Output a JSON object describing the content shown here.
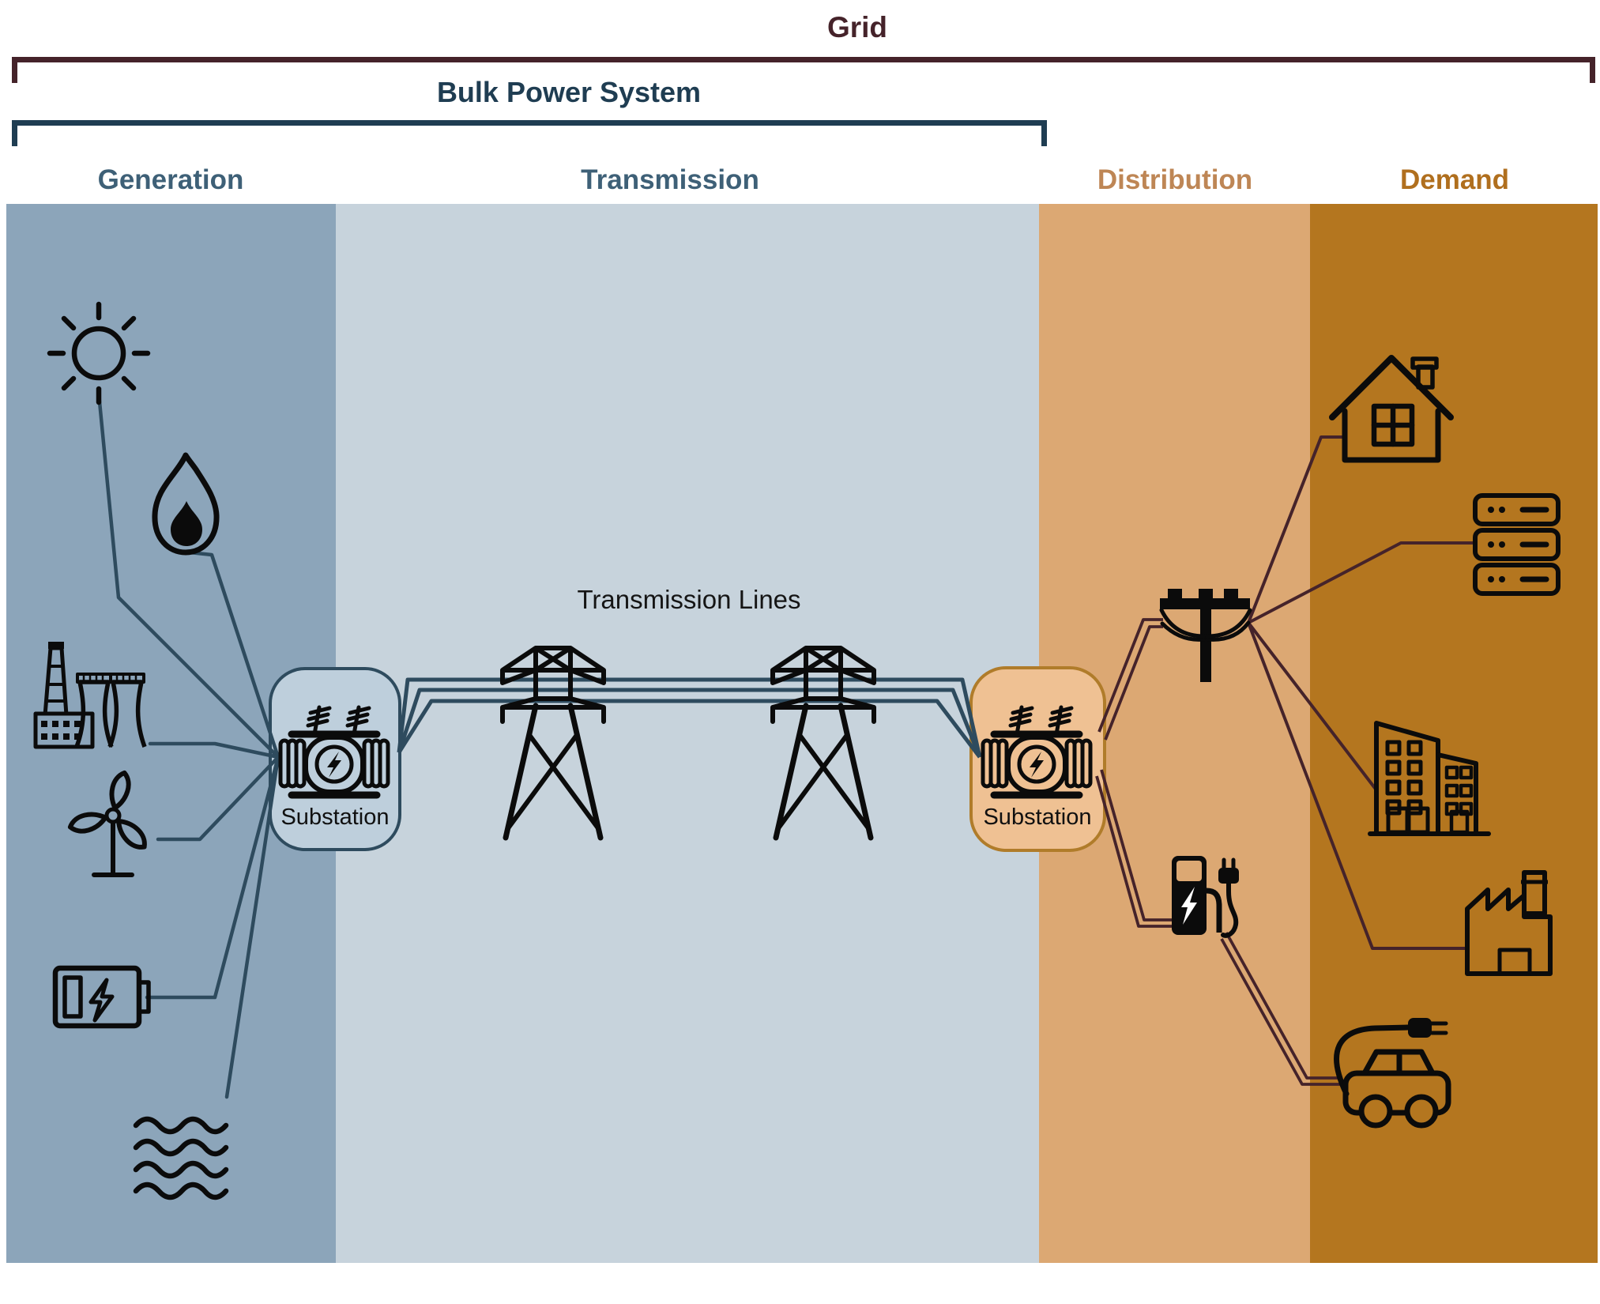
{
  "title": {
    "grid": "Grid",
    "bulk_power_system": "Bulk Power System"
  },
  "sections": [
    {
      "label": "Generation"
    },
    {
      "label": "Transmission"
    },
    {
      "label": "Distribution"
    },
    {
      "label": "Demand"
    }
  ],
  "annotations": {
    "transmission_lines": "Transmission Lines"
  },
  "substations": {
    "left": {
      "label": "Substation"
    },
    "right": {
      "label": "Substation"
    }
  },
  "icons": {
    "generation_sources": [
      "sun",
      "flame",
      "power-plant",
      "wind-turbine",
      "battery",
      "hydro-waves"
    ],
    "transmission_assets": [
      "transmission-tower",
      "transmission-tower",
      "transformer"
    ],
    "distribution_assets": [
      "utility-pole",
      "ev-charging-station",
      "transformer"
    ],
    "demand_consumers": [
      "house",
      "data-center",
      "commercial-buildings",
      "factory",
      "electric-car"
    ]
  },
  "colors": {
    "grid_bracket": "#45232A",
    "bulk_power_bracket": "#1F3D52",
    "generation_band": "#8CA5BA",
    "transmission_band": "#C7D3DC",
    "distribution_band": "#DCA873",
    "demand_band": "#B4761F",
    "generation_header": "#3E6077",
    "transmission_header": "#3E6077",
    "distribution_header": "#BE8655",
    "demand_header": "#B06F1E",
    "bulk_line": "#2E4B5E",
    "distribution_line": "#45232A",
    "substation_left_fill": "#BECFDC",
    "substation_right_fill": "#EFC193",
    "substation_right_border": "#B07C2A",
    "icon_stroke": "#0B0B0B"
  }
}
